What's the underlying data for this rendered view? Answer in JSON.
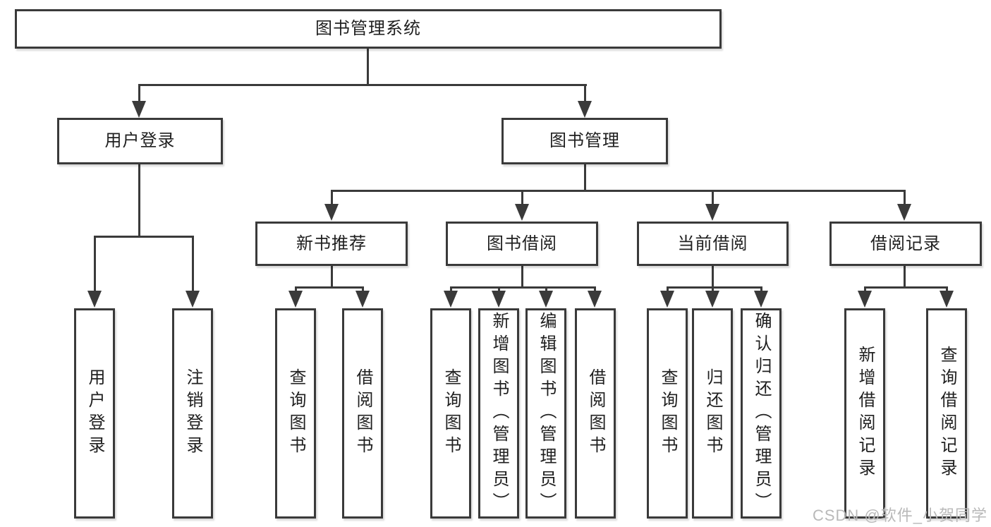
{
  "diagram": {
    "title": "图书管理系统",
    "type": "hierarchy-tree"
  },
  "tree": {
    "root": "图书管理系统",
    "level2": {
      "user_login": "用户登录",
      "book_mgmt": "图书管理"
    },
    "login_children": [
      "用户登录",
      "注销登录"
    ],
    "level3": [
      "新书推荐",
      "图书借阅",
      "当前借阅",
      "借阅记录"
    ],
    "new_book_children": [
      "查询图书",
      "借阅图书"
    ],
    "book_borrow_children": [
      "查询图书",
      "新增图书（管理员）",
      "编辑图书（管理员）",
      "借阅图书"
    ],
    "current_borrow_children": [
      "查询图书",
      "归还图书",
      "确认归还（管理员）"
    ],
    "borrow_record_children": [
      "新增借阅记录",
      "查询借阅记录"
    ]
  },
  "watermark": "CSDN @软件_小贺同学",
  "colors": {
    "line": "#3a3a3a",
    "box_border": "#3a3a3a",
    "box_fill": "#ffffff",
    "text": "#1f1f1f",
    "watermark": "#b9b9b9",
    "background": "#ffffff"
  }
}
